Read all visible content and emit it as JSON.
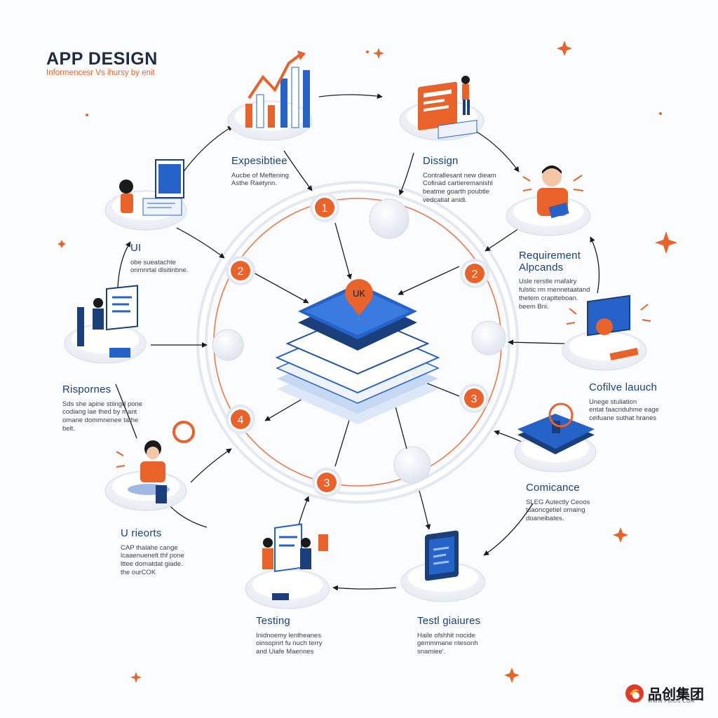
{
  "header": {
    "title": "APP DESIGN",
    "subtitle": "Informencesr Vs ihursy by enit"
  },
  "center": {
    "badge": "UK"
  },
  "markers": [
    "1",
    "2",
    "2",
    "3",
    "3",
    "4"
  ],
  "stages": [
    {
      "id": "expesibtiee",
      "title": "Expesibtiee",
      "text": "Aucbe of Meftening\nAsthe Raetynn."
    },
    {
      "id": "dissign",
      "title": "Dissign",
      "text": "Contrallesant new dieam\nCofinad cartieremanishl\nbeatme goarth poubtle\nvedcatiat anidi."
    },
    {
      "id": "requirement",
      "title": "Requirement\nAlpcands",
      "text": "Usle rerstle rnafalry\nfulstic rm mennetaatand\nthetem craptteboan.\nbeem Bni."
    },
    {
      "id": "ui",
      "title": "UI",
      "text": "obe sueatachte\nonmnrtal dlsitinbne."
    },
    {
      "id": "risporнes",
      "title": "Rispornes",
      "text": "Sds she apine stiingd pone\ncodiang lae thed by mant\nomane dommnenee tathe\nbelt."
    },
    {
      "id": "cofilve",
      "title": "Cofilve lauuch",
      "text": "Unege stuliation\nentat faacnduhme eage\nceifuane suthat hranes"
    },
    {
      "id": "comicance",
      "title": "Comicance",
      "text": "SLEG Autectly Ceoos\ntsaoncgetiel omaing\ndoaneibates."
    },
    {
      "id": "ureorts",
      "title": "U rieorts",
      "text": "CAP thalahe cange\nlcaaenuenelt thf pone\nlttee domatdat giade.\nthe ourCOK"
    },
    {
      "id": "testing",
      "title": "Testing",
      "text": "Inidnoemy lentheanes\noinsopnrt fu nuch terry\nand Uiafe Maennes"
    },
    {
      "id": "testlgiaiures",
      "title": "Testl giaiures",
      "text": "Haile ofshhit nocide\ngemmmane ntesonh\nsnamiee'."
    }
  ],
  "colors": {
    "accent": "#e8622a",
    "navy": "#1a3f7a",
    "blue": "#2563c9",
    "ring": "#e3e8f1"
  },
  "watermark": {
    "text": "品创集团",
    "url": "WWW.PBIDS.COM"
  }
}
